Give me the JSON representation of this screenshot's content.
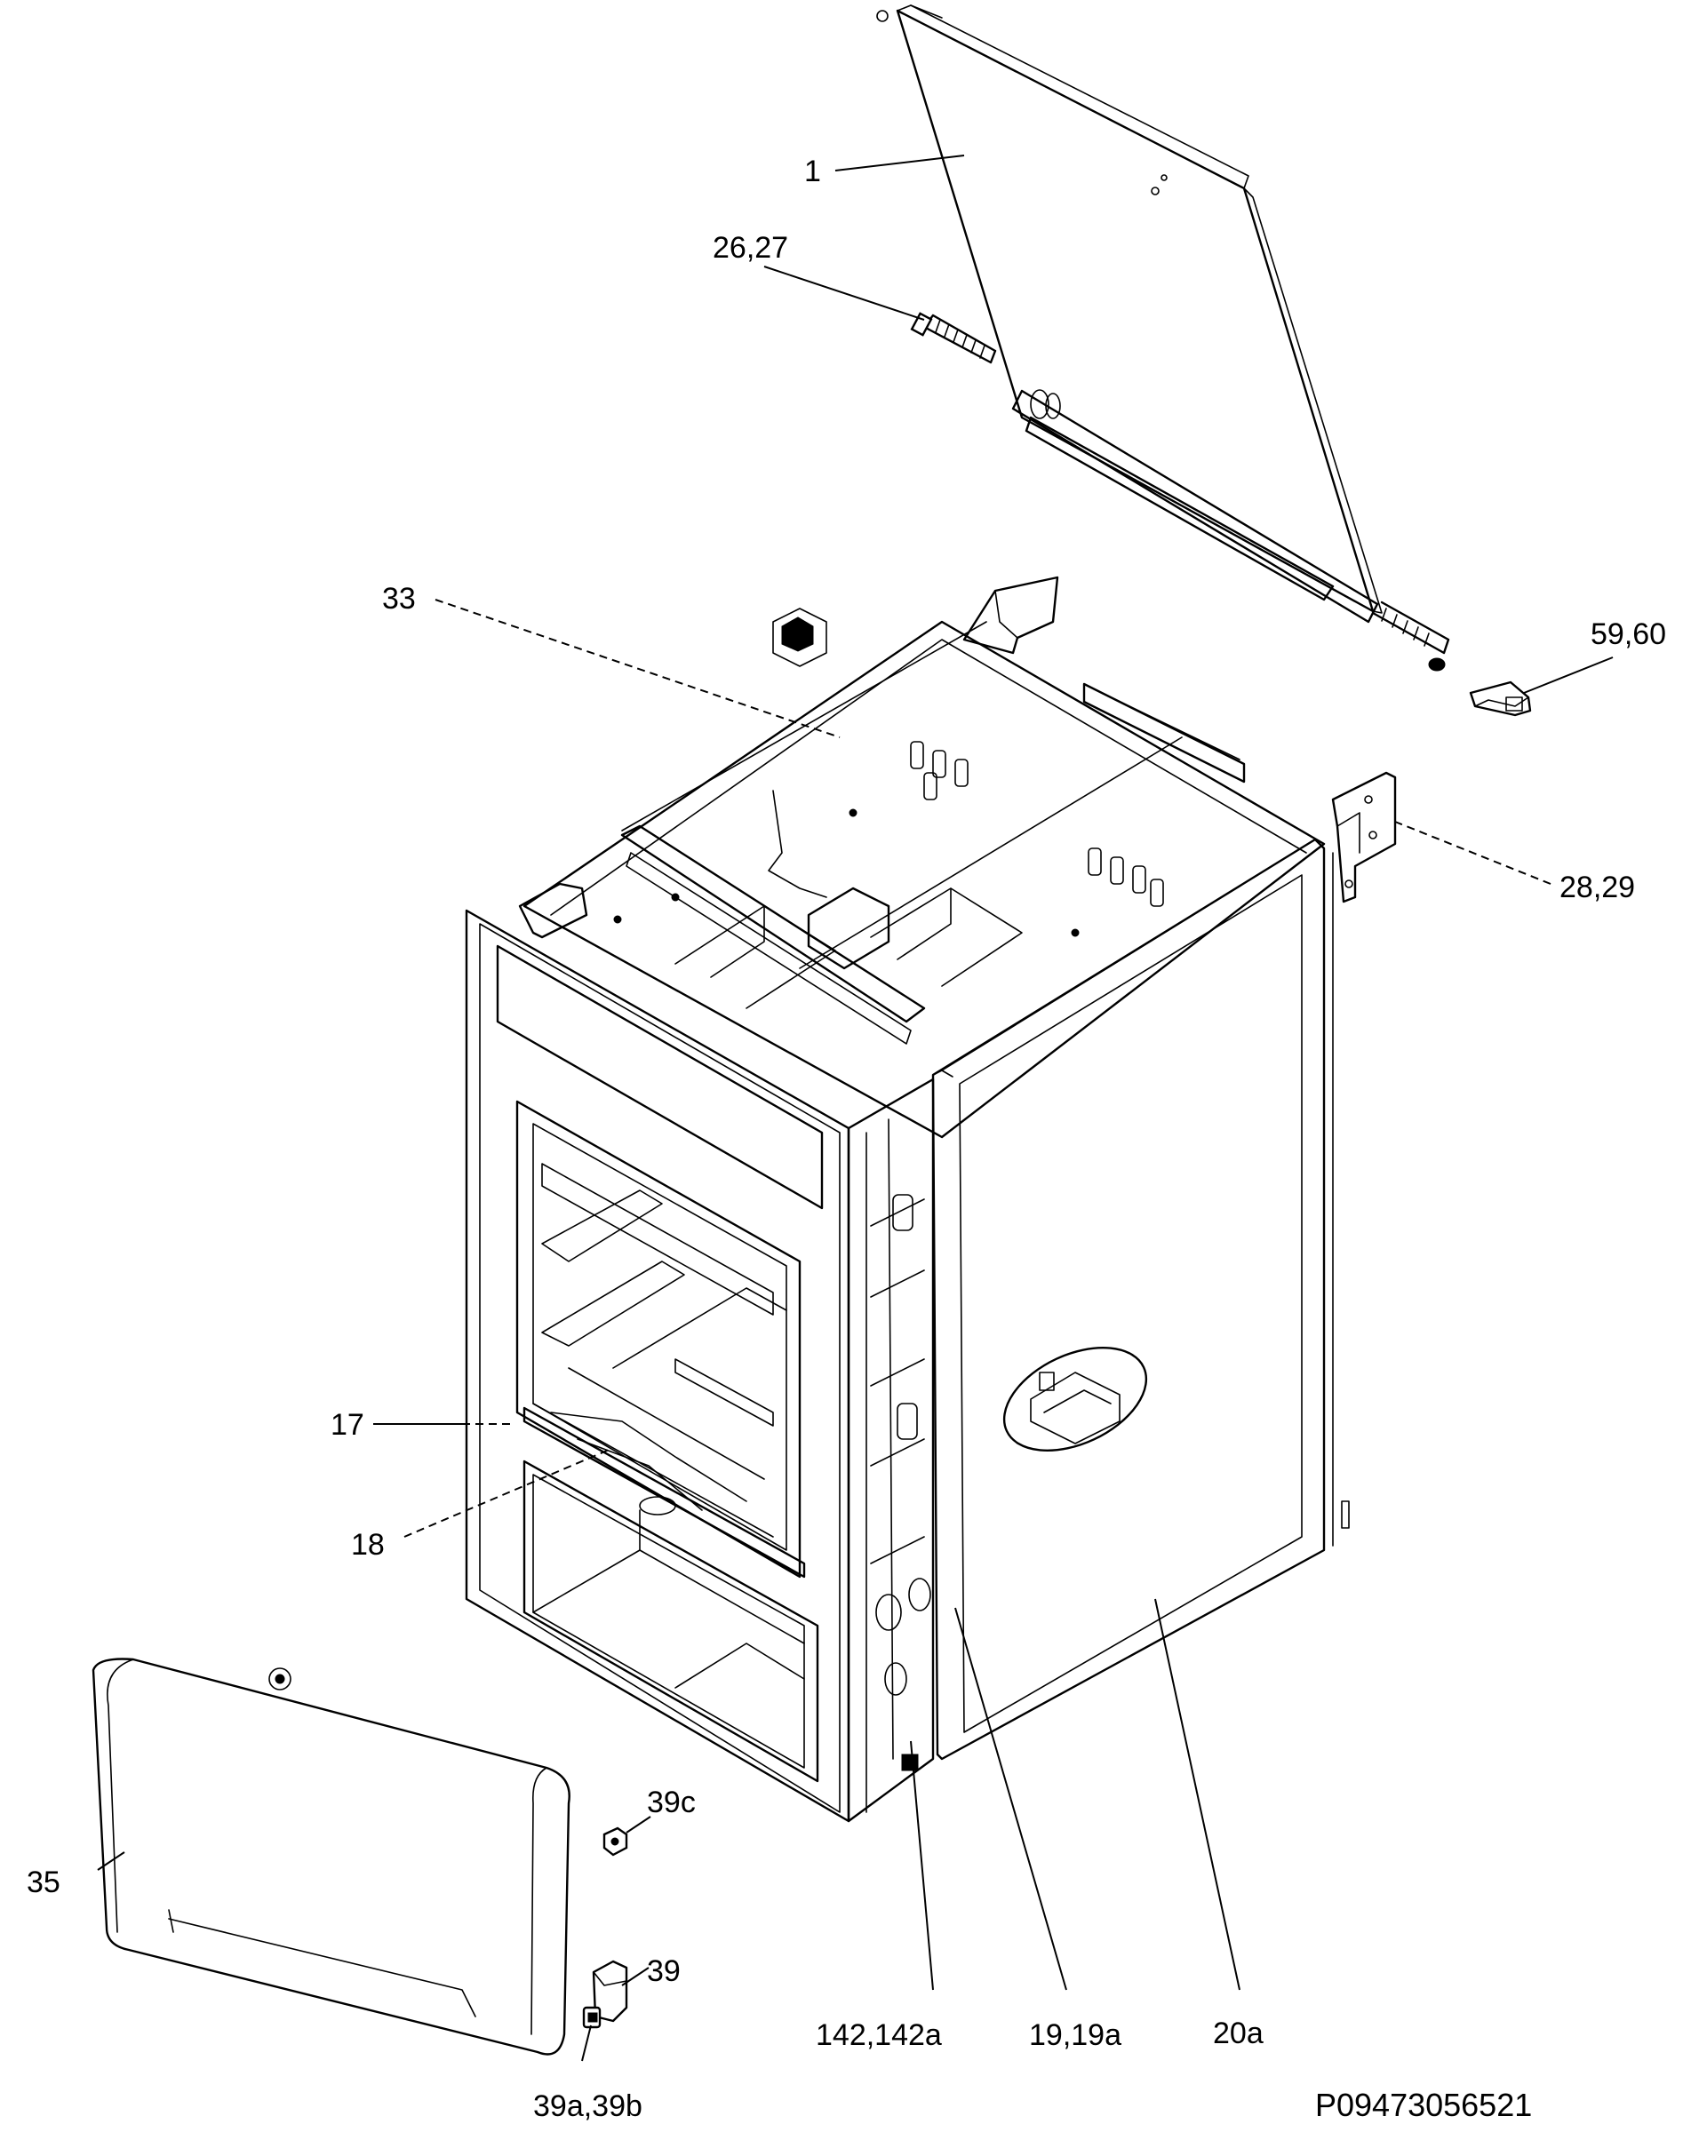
{
  "diagram_code": "P09473056521",
  "callouts": [
    {
      "id": "c1",
      "text": "1"
    },
    {
      "id": "c2627",
      "text": "26,27"
    },
    {
      "id": "c33",
      "text": "33"
    },
    {
      "id": "c5960",
      "text": "59,60"
    },
    {
      "id": "c2829",
      "text": "28,29"
    },
    {
      "id": "c17",
      "text": "17"
    },
    {
      "id": "c18",
      "text": "18"
    },
    {
      "id": "c39c",
      "text": "39c"
    },
    {
      "id": "c35",
      "text": "35"
    },
    {
      "id": "c39",
      "text": "39"
    },
    {
      "id": "c142",
      "text": "142,142a"
    },
    {
      "id": "c19",
      "text": "19,19a"
    },
    {
      "id": "c20a",
      "text": "20a"
    },
    {
      "id": "c39ab",
      "text": "39a,39b"
    }
  ]
}
